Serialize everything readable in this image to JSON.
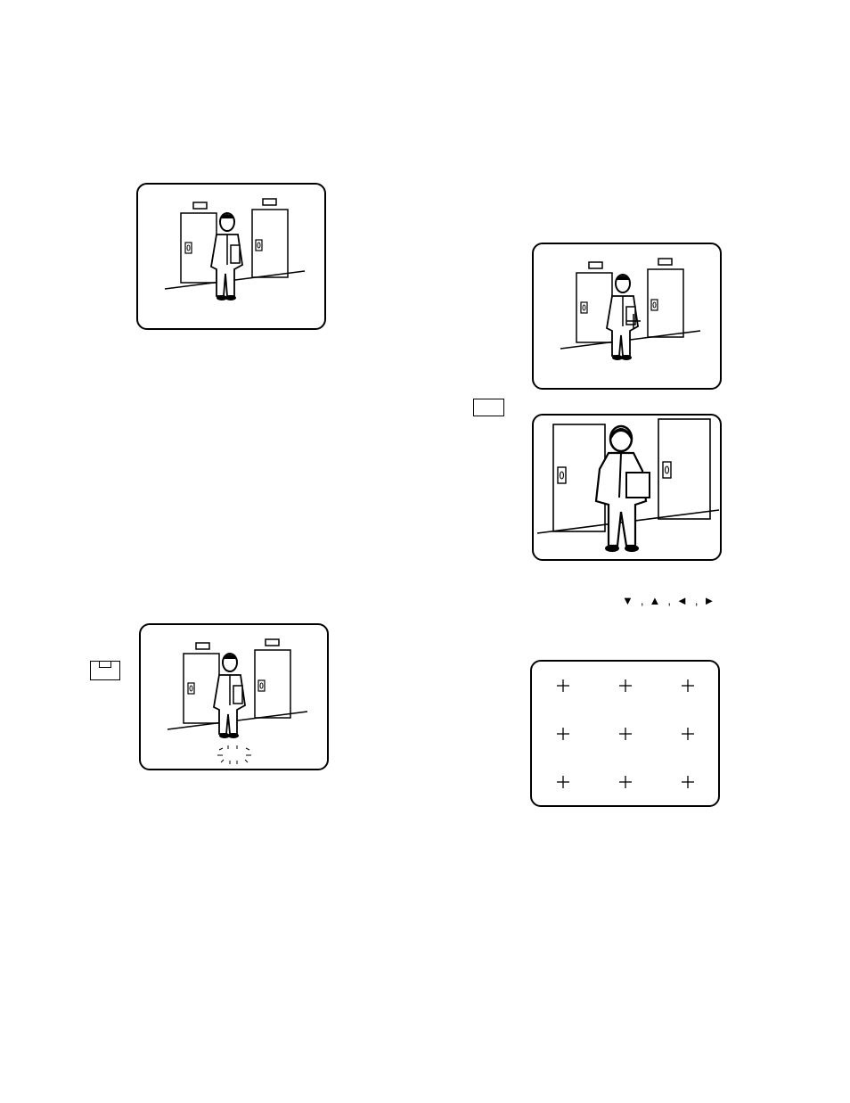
{
  "figures": [
    {
      "id": "monitor-1",
      "scene": "elevator-hall-person",
      "zoom": "normal"
    },
    {
      "id": "monitor-2",
      "scene": "elevator-hall-person-with-cursor",
      "zoom": "normal"
    },
    {
      "id": "monitor-3",
      "scene": "elevator-hall-person",
      "zoom": "zoomed-in"
    },
    {
      "id": "monitor-4",
      "scene": "elevator-hall-person-with-spot-marker",
      "zoom": "normal"
    },
    {
      "id": "monitor-5",
      "scene": "crosshair-grid-3x3",
      "zoom": "none"
    }
  ],
  "direction_keys": {
    "down": "▼",
    "sep1": ",",
    "up": "▲",
    "sep2": ",",
    "left": "◄",
    "sep3": ",",
    "right": "►"
  },
  "icons": {
    "button_a": "rectangular-button-icon",
    "button_b": "tab-button-icon"
  }
}
